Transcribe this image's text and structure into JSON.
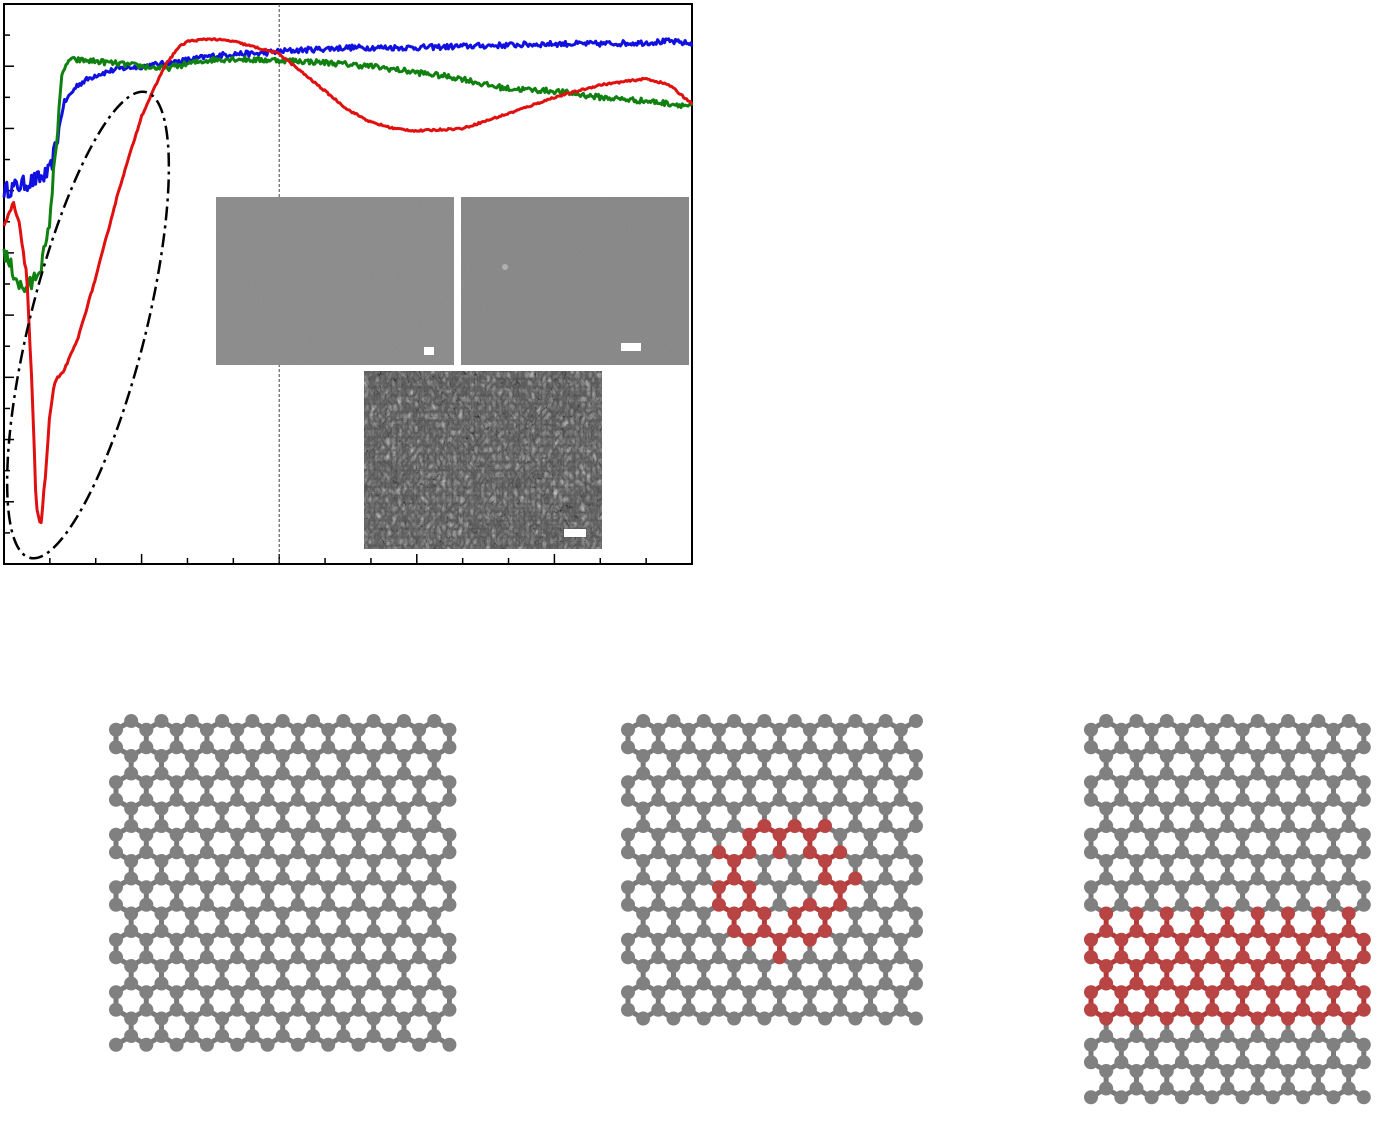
{
  "chart_data": {
    "type": "line",
    "title": "",
    "xlabel": "",
    "ylabel": "",
    "xlim": [
      0,
      1500
    ],
    "ylim": [
      -0.035,
      0.01
    ],
    "grid": false,
    "legend": "none",
    "reference_line_x": 600,
    "series": [
      {
        "color": "#1010e0",
        "x": [
          0,
          40,
          80,
          100,
          115,
          130,
          160,
          200,
          250,
          300,
          350,
          400,
          450,
          500,
          550,
          600,
          650,
          700,
          750,
          800,
          900,
          1000,
          1100,
          1200,
          1300,
          1400,
          1450,
          1500
        ],
        "y": [
          -0.005,
          -0.0045,
          -0.004,
          -0.0035,
          -0.001,
          0.002,
          0.0035,
          0.0043,
          0.0048,
          0.005,
          0.0052,
          0.0055,
          0.0058,
          0.006,
          0.006,
          0.0062,
          0.0063,
          0.0064,
          0.0065,
          0.0065,
          0.0065,
          0.0066,
          0.0067,
          0.0068,
          0.0068,
          0.0069,
          0.007,
          0.0068
        ]
      },
      {
        "color": "#108010",
        "x": [
          0,
          20,
          40,
          60,
          80,
          95,
          110,
          125,
          140,
          160,
          200,
          250,
          300,
          350,
          400,
          450,
          500,
          550,
          600,
          700,
          800,
          900,
          1000,
          1050,
          1100,
          1200,
          1300,
          1400,
          1500
        ],
        "y": [
          -0.01,
          -0.0115,
          -0.013,
          -0.0125,
          -0.011,
          -0.009,
          -0.003,
          0.004,
          0.0055,
          0.0055,
          0.0054,
          0.0052,
          0.005,
          0.0048,
          0.0052,
          0.0055,
          0.0056,
          0.0055,
          0.0055,
          0.0053,
          0.005,
          0.0045,
          0.004,
          0.0035,
          0.0032,
          0.003,
          0.0025,
          0.0022,
          0.0018
        ]
      },
      {
        "color": "#e01010",
        "x": [
          0,
          20,
          35,
          50,
          60,
          70,
          80,
          90,
          100,
          110,
          130,
          160,
          200,
          250,
          300,
          350,
          380,
          400,
          450,
          500,
          550,
          600,
          650,
          700,
          750,
          800,
          850,
          900,
          1000,
          1100,
          1200,
          1300,
          1400,
          1450,
          1500
        ],
        "y": [
          -0.008,
          -0.006,
          -0.008,
          -0.012,
          -0.02,
          -0.03,
          -0.032,
          -0.028,
          -0.023,
          -0.0205,
          -0.0195,
          -0.017,
          -0.012,
          -0.005,
          0.001,
          0.005,
          0.0065,
          0.007,
          0.0072,
          0.007,
          0.0065,
          0.006,
          0.0045,
          0.003,
          0.0015,
          0.0005,
          -0.0,
          -0.0002,
          0.0,
          0.0012,
          0.0025,
          0.0035,
          0.004,
          0.0035,
          0.002
        ]
      }
    ]
  }
}
